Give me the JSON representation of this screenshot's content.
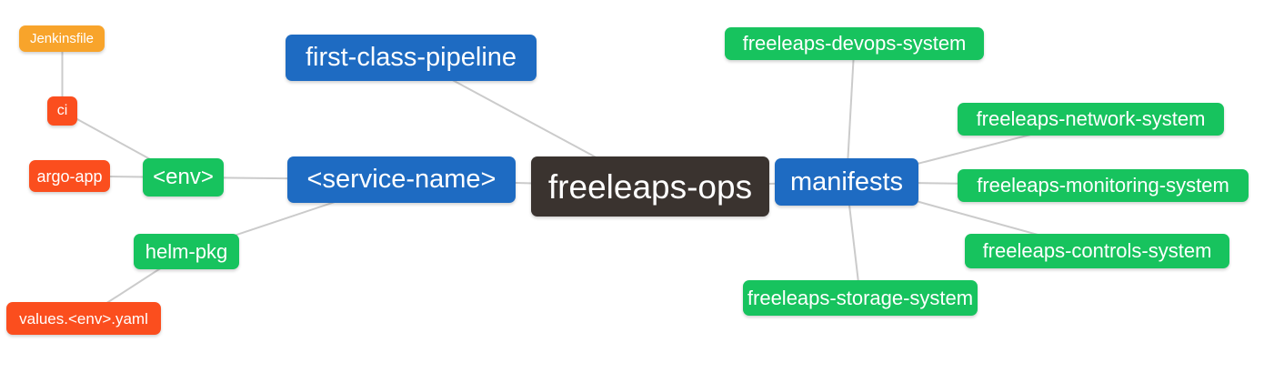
{
  "diagram": {
    "type": "mindmap",
    "background": "#ffffff",
    "edge_color": "#cbcbcb",
    "palette": {
      "root_dark": "#3A332F",
      "branch_blue": "#1E6BC2",
      "leaf_green": "#17C35E",
      "leaf_orange": "#FB4E1E",
      "leaf_amber": "#F8A42B",
      "text": "#ffffff"
    },
    "nodes": [
      {
        "id": "jenkinsfile",
        "label": "Jenkinsfile",
        "color": "amber"
      },
      {
        "id": "ci",
        "label": "ci",
        "color": "orange"
      },
      {
        "id": "argo-app",
        "label": "argo-app",
        "color": "orange"
      },
      {
        "id": "env",
        "label": "<env>",
        "color": "green"
      },
      {
        "id": "helm-pkg",
        "label": "helm-pkg",
        "color": "green"
      },
      {
        "id": "values-env-yaml",
        "label": "values.<env>.yaml",
        "color": "orange"
      },
      {
        "id": "first-class-pipeline",
        "label": "first-class-pipeline",
        "color": "blue"
      },
      {
        "id": "service-name",
        "label": "<service-name>",
        "color": "blue"
      },
      {
        "id": "freeleaps-ops",
        "label": "freeleaps-ops",
        "color": "dark"
      },
      {
        "id": "manifests",
        "label": "manifests",
        "color": "blue"
      },
      {
        "id": "freeleaps-devops-system",
        "label": "freeleaps-devops-system",
        "color": "green"
      },
      {
        "id": "freeleaps-network-system",
        "label": "freeleaps-network-system",
        "color": "green"
      },
      {
        "id": "freeleaps-monitoring-system",
        "label": "freeleaps-monitoring-system",
        "color": "green"
      },
      {
        "id": "freeleaps-controls-system",
        "label": "freeleaps-controls-system",
        "color": "green"
      },
      {
        "id": "freeleaps-storage-system",
        "label": "freeleaps-storage-system",
        "color": "green"
      }
    ],
    "edges": [
      [
        "jenkinsfile",
        "ci"
      ],
      [
        "ci",
        "env"
      ],
      [
        "argo-app",
        "env"
      ],
      [
        "env",
        "service-name"
      ],
      [
        "helm-pkg",
        "service-name"
      ],
      [
        "values-env-yaml",
        "helm-pkg"
      ],
      [
        "service-name",
        "freeleaps-ops"
      ],
      [
        "first-class-pipeline",
        "freeleaps-ops"
      ],
      [
        "manifests",
        "freeleaps-ops"
      ],
      [
        "freeleaps-devops-system",
        "manifests"
      ],
      [
        "freeleaps-network-system",
        "manifests"
      ],
      [
        "freeleaps-monitoring-system",
        "manifests"
      ],
      [
        "freeleaps-controls-system",
        "manifests"
      ],
      [
        "freeleaps-storage-system",
        "manifests"
      ]
    ]
  }
}
